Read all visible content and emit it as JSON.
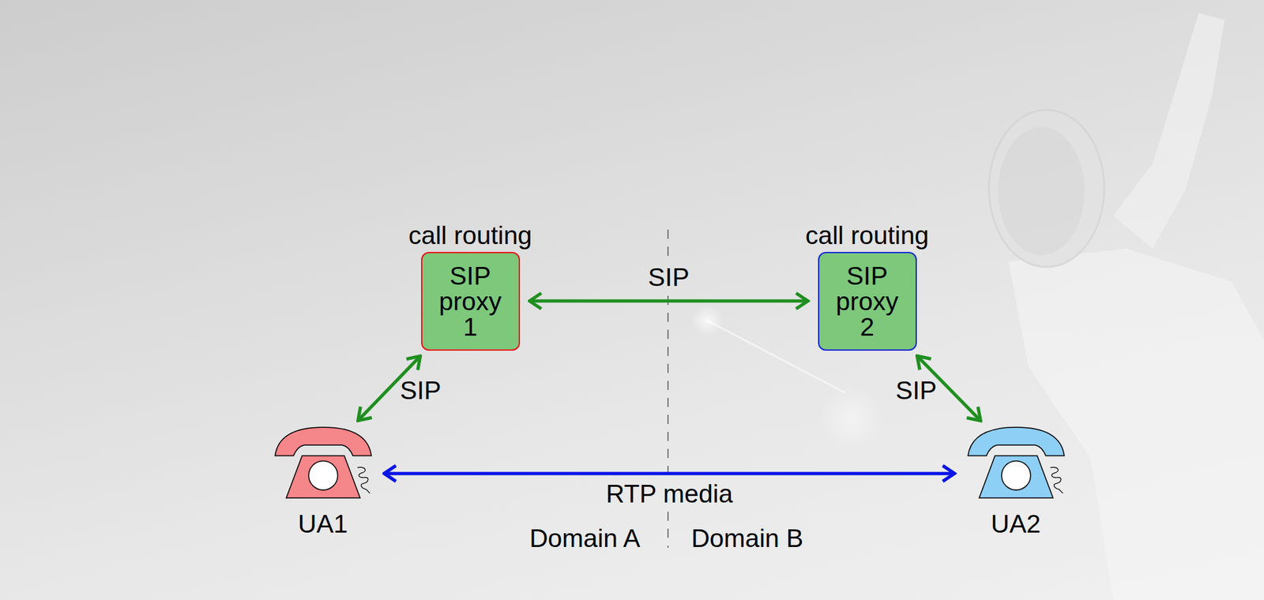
{
  "diagram": {
    "nodes": [
      {
        "text": [
          "call routing",
          "SIP proxy 1"
        ]
      },
      {
        "text": [
          "call routing",
          "SIP proxy 2"
        ]
      },
      {
        "text": [
          "UA1"
        ]
      },
      {
        "text": [
          "UA2"
        ]
      }
    ],
    "edges": [
      {
        "from": 2,
        "to": 0,
        "arrow": "both",
        "label": "SIP"
      },
      {
        "from": 0,
        "to": 1,
        "arrow": "both",
        "label": "SIP"
      },
      {
        "from": 1,
        "to": 3,
        "arrow": "both",
        "label": "SIP"
      },
      {
        "from": 2,
        "to": 3,
        "arrow": "both",
        "label": "RTP media"
      }
    ],
    "labels": [
      "Domain A",
      "Domain B"
    ]
  }
}
